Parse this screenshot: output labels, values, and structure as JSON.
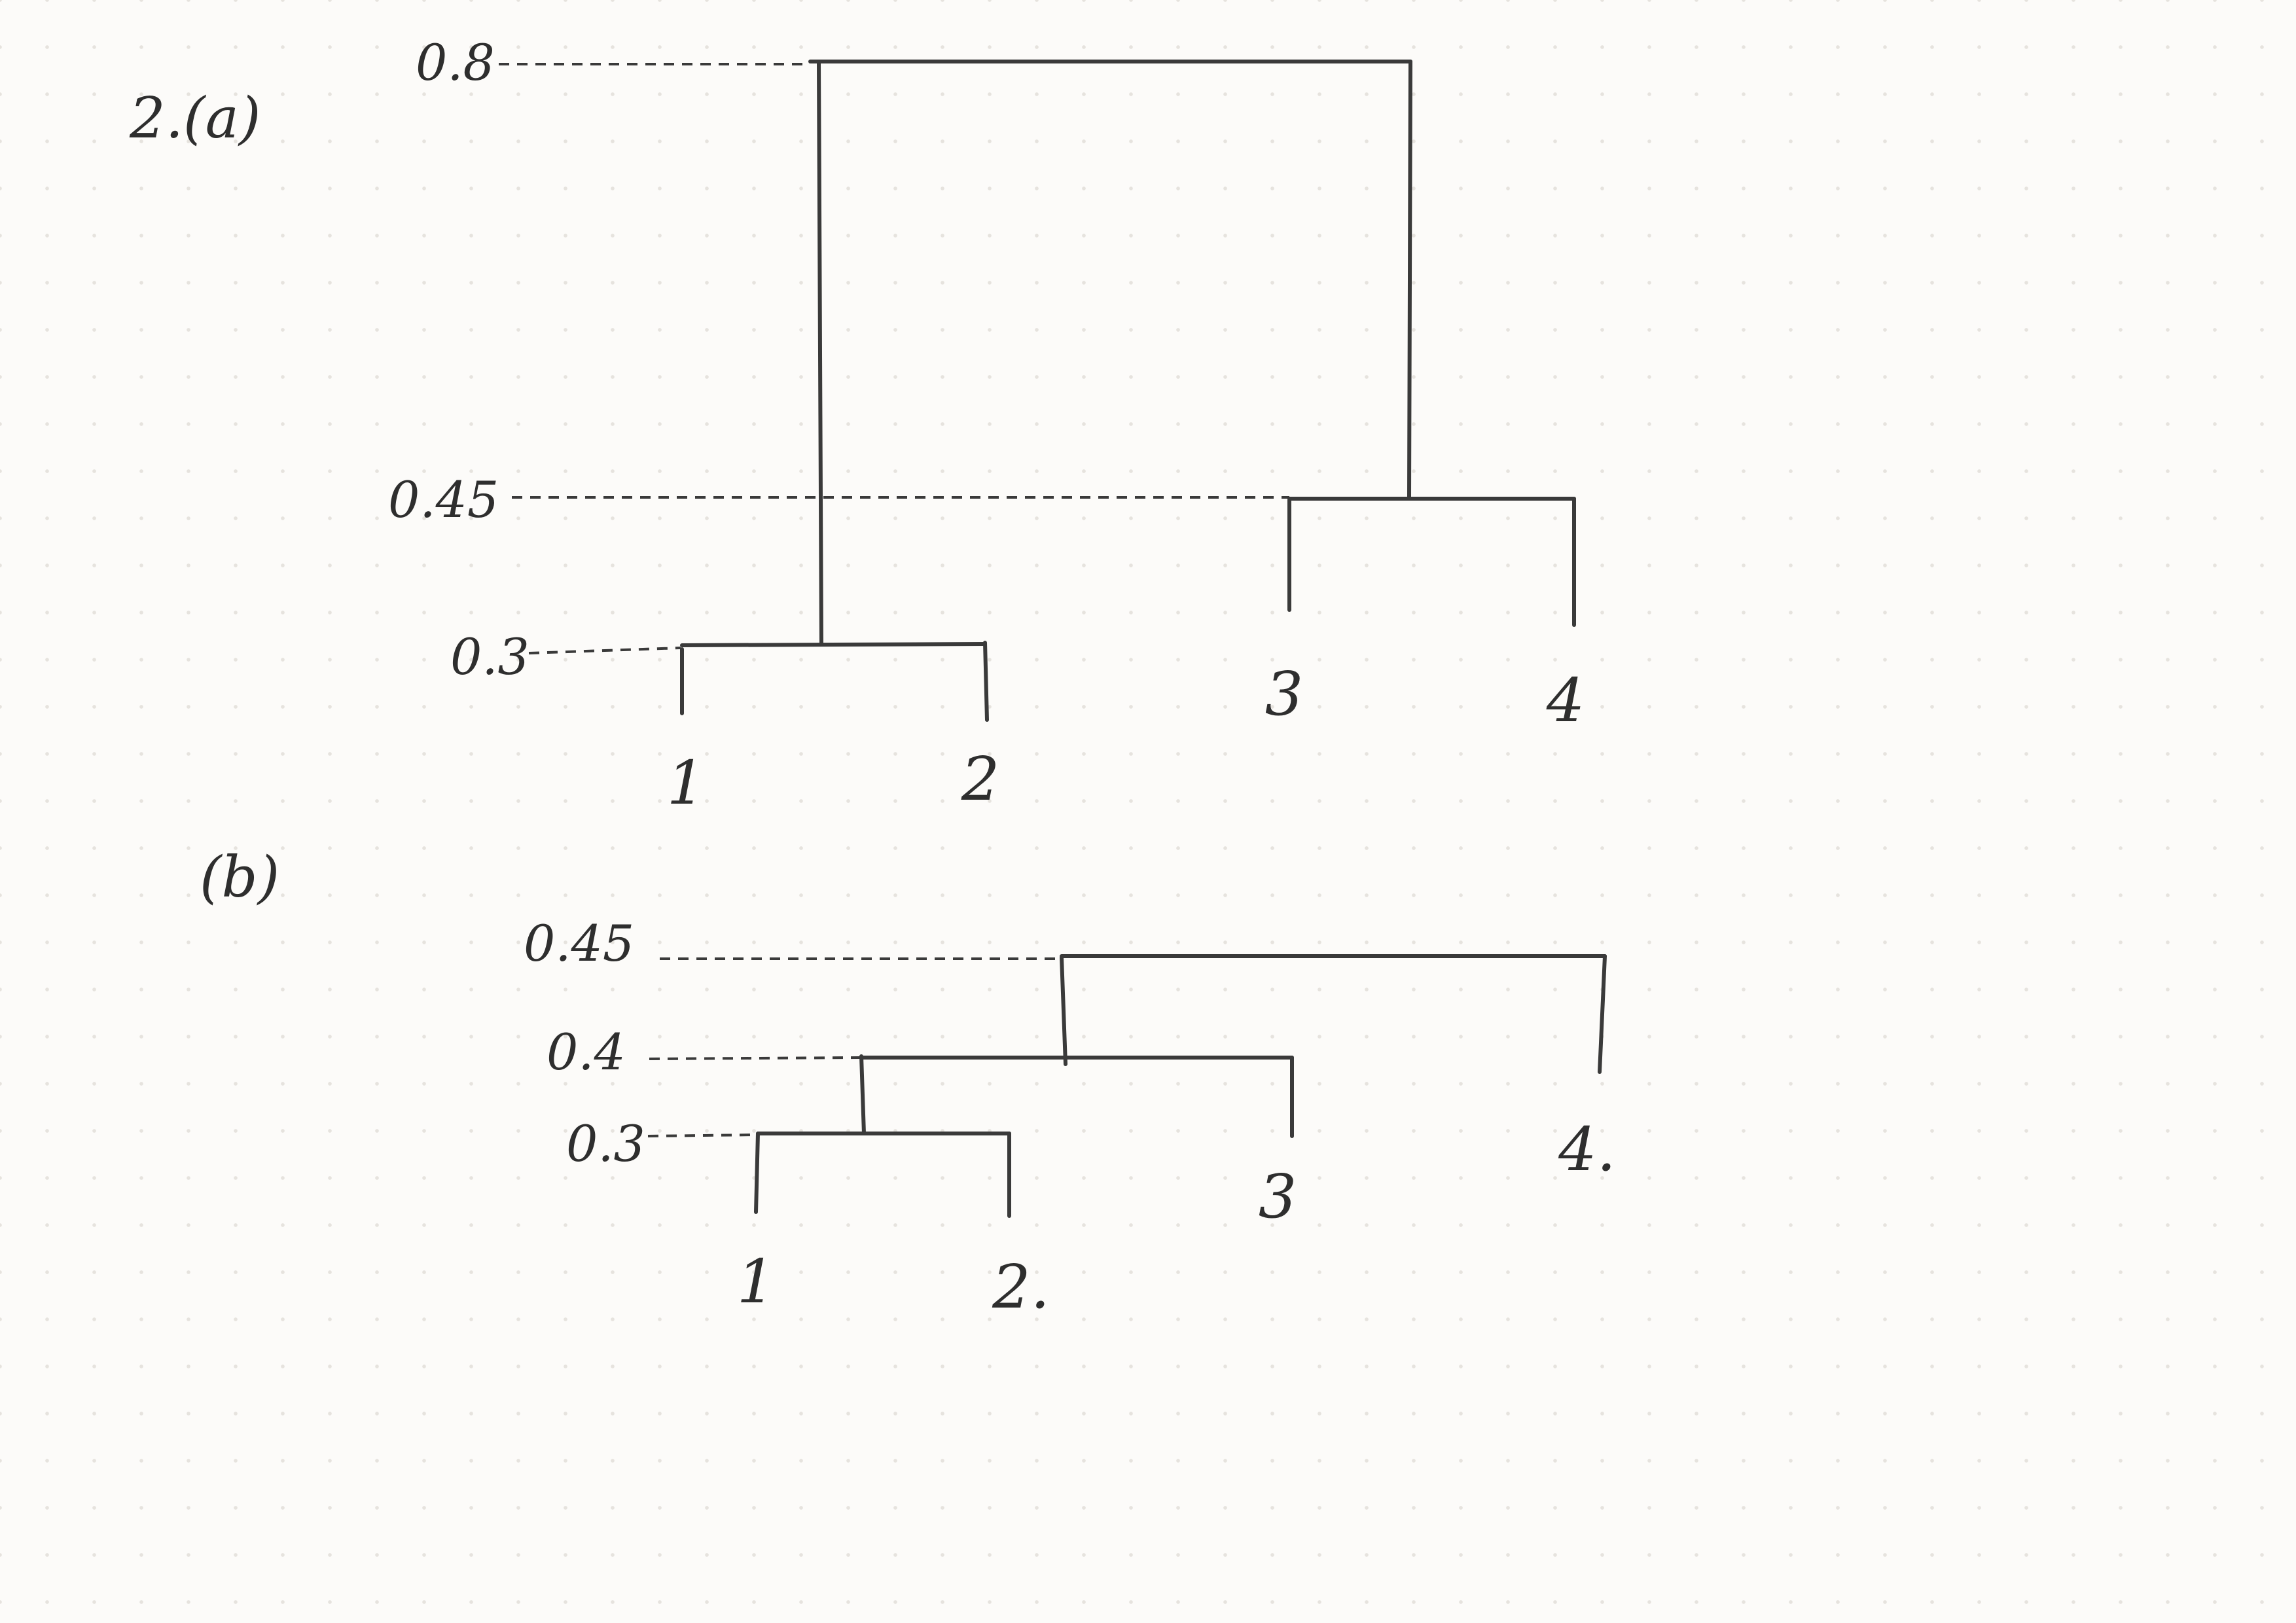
{
  "diagrams": {
    "a": {
      "part_label": "2.(a)",
      "height_labels": [
        "0.8",
        "0.45",
        "0.3"
      ],
      "leaf_labels": [
        "1",
        "2",
        "3",
        "4"
      ]
    },
    "b": {
      "part_label": "(b)",
      "height_labels": [
        "0.45",
        "0.4",
        "0.3"
      ],
      "leaf_labels": [
        "1",
        "2.",
        "3",
        "4."
      ]
    }
  },
  "colors": {
    "ink": "#3a3a3a",
    "paper": "#fcfbf9",
    "grid_dots": "#e6e3de"
  }
}
